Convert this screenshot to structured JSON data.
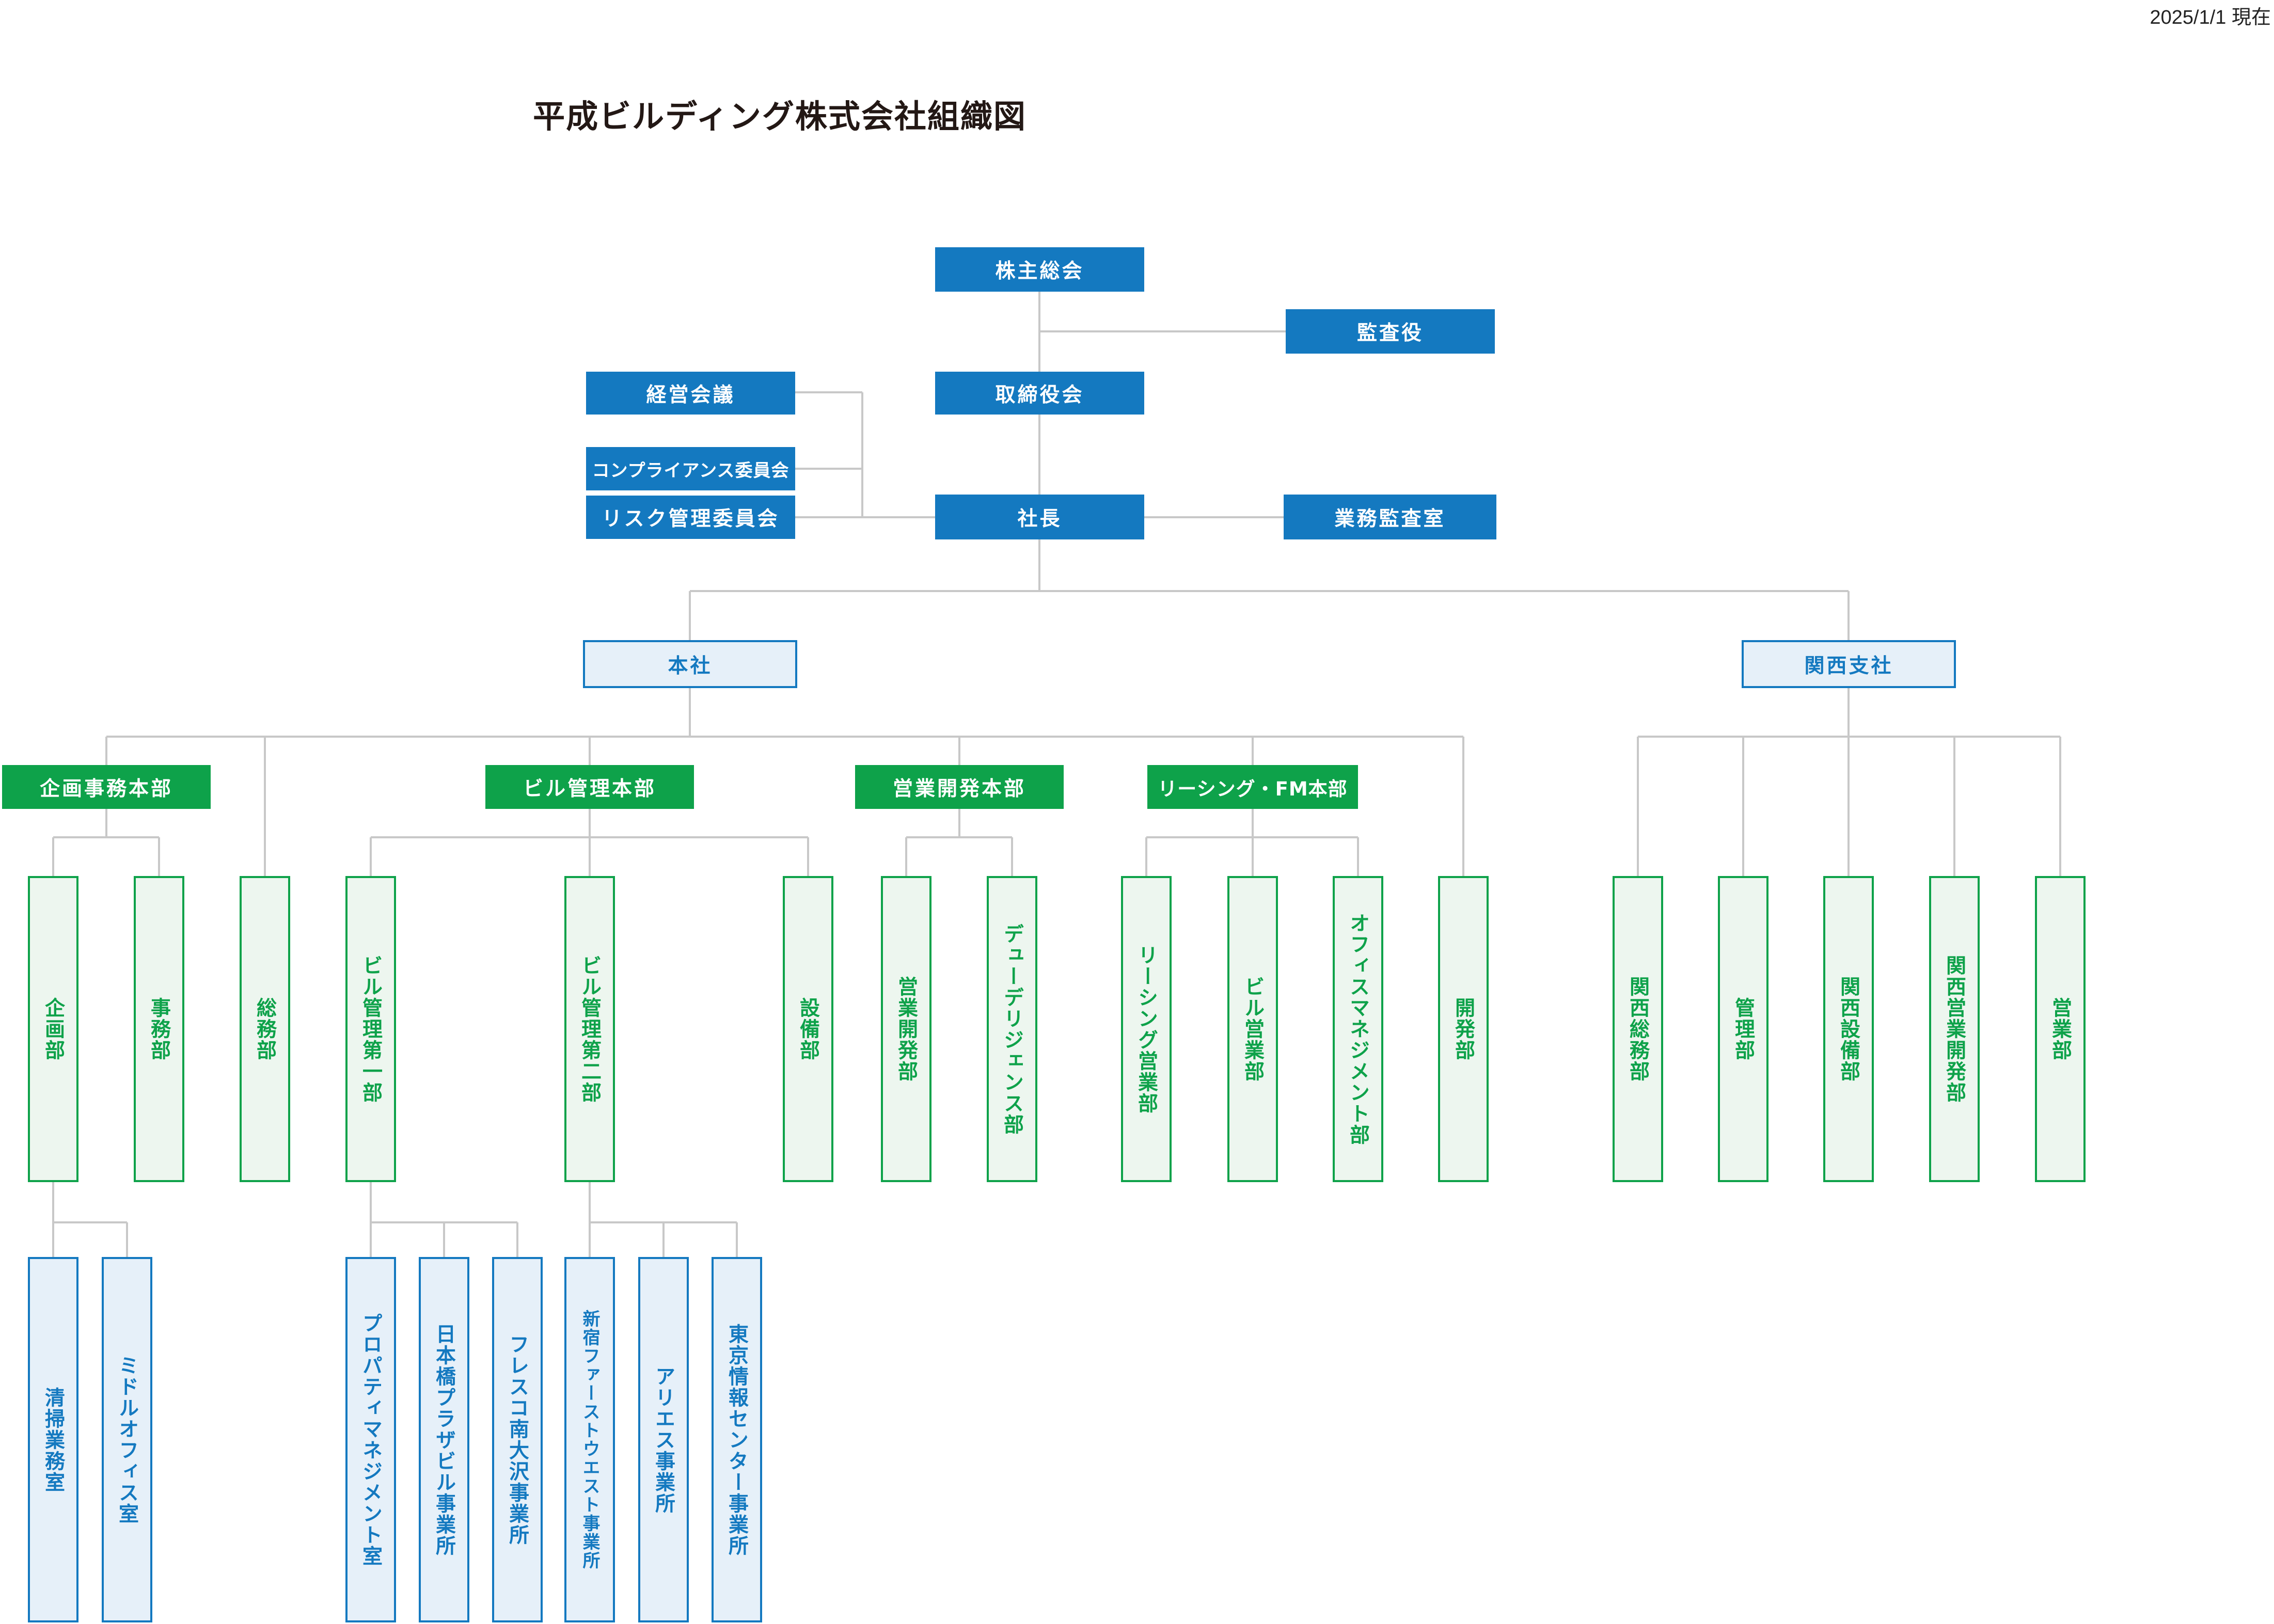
{
  "date_label": "2025/1/1 現在",
  "title": "平成ビルディング株式会社組織図",
  "top": {
    "shareholders": "株主総会",
    "auditor": "監査役",
    "board": "取締役会",
    "management_meeting": "経営会議",
    "compliance_committee": "コンプライアンス委員会",
    "risk_committee": "リスク管理委員会",
    "president": "社長",
    "internal_audit": "業務監査室"
  },
  "branches": {
    "head_office": "本社",
    "kansai": "関西支社"
  },
  "divisions": {
    "planning_admin": "企画事務本部",
    "building_mgmt": "ビル管理本部",
    "sales_dev": "営業開発本部",
    "leasing_fm": "リーシング・FM本部"
  },
  "departments": {
    "planning": "企画部",
    "admin": "事務部",
    "general_affairs": "総務部",
    "bm1": "ビル管理第一部",
    "bm2": "ビル管理第二部",
    "facilities": "設備部",
    "sales_development": "営業開発部",
    "due_diligence": "デューデリジェンス部",
    "leasing": "リーシング営業部",
    "building_sales": "ビル営業部",
    "office_mgmt": "オフィスマネジメント部",
    "development": "開発部",
    "kansai_general": "関西総務部",
    "kansai_management": "管理部",
    "kansai_facilities": "関西設備部",
    "kansai_sales_dev": "関西営業開発部",
    "kansai_sales": "営業部"
  },
  "offices": {
    "cleaning": "清掃業務室",
    "midorul": "ミドルオフィス室",
    "property_mgmt": "プロパティマネジメント室",
    "nihonbashi": "日本橋プラザビル事業所",
    "fresco": "フレスコ南大沢事業所",
    "shinjuku": "新宿ファーストウエスト事業所",
    "aries": "アリエス事業所",
    "tokyo_info": "東京情報センター事業所"
  },
  "colors": {
    "blue": "#1479c0",
    "green": "#0ea24a",
    "line": "#c8c8c8"
  }
}
